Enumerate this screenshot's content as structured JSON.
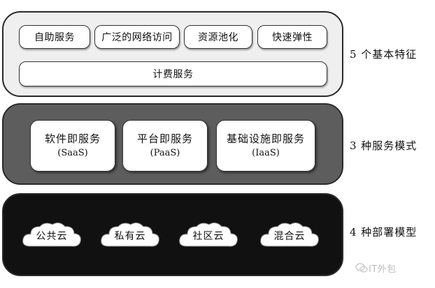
{
  "characteristics": {
    "items": [
      "自助服务",
      "广泛的网络访问",
      "资源池化",
      "快速弹性"
    ],
    "wide_item": "计费服务",
    "label": "5 个基本特征"
  },
  "service_models": {
    "items": [
      {
        "name": "软件即服务",
        "abbr": "(SaaS)"
      },
      {
        "name": "平台即服务",
        "abbr": "(PaaS)"
      },
      {
        "name": "基础设施即服务",
        "abbr": "(IaaS)"
      }
    ],
    "label": "3 种服务模式"
  },
  "deployment_models": {
    "items": [
      "公共云",
      "私有云",
      "社区云",
      "混合云"
    ],
    "label": "4 种部署模型"
  },
  "watermark": "IT外包",
  "colors": {
    "top_layer": "#efefef",
    "middle_layer": "#5d5d5d",
    "bottom_layer": "#111111",
    "box_fill": "#ffffff"
  }
}
